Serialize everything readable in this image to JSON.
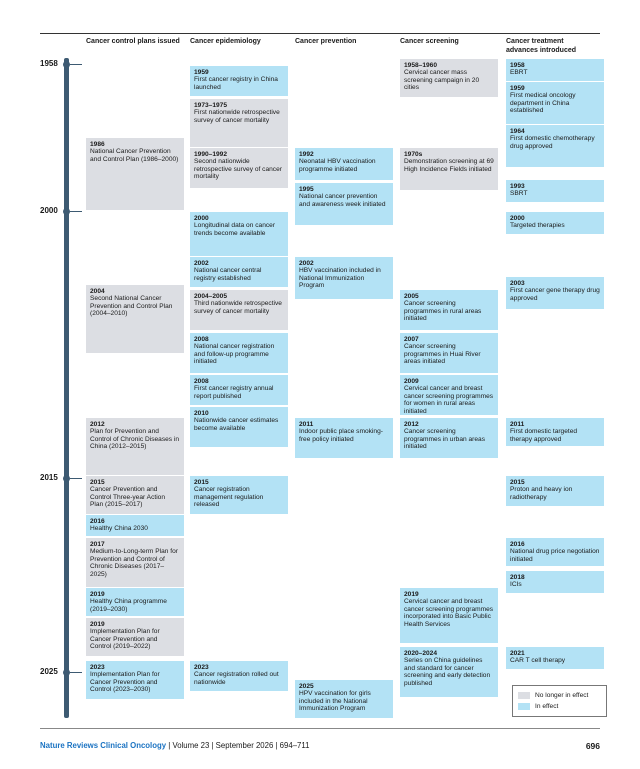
{
  "columns": [
    "Cancer control plans issued",
    "Cancer epidemiology",
    "Cancer prevention",
    "Cancer screening",
    "Cancer treatment advances introduced"
  ],
  "years": [
    "1958",
    "2000",
    "2015",
    "2025"
  ],
  "plans": [
    {
      "y": "1986",
      "t": "National Cancer Prevention and Control Plan (1986–2000)",
      "s": "old"
    },
    {
      "y": "2004",
      "t": "Second National Cancer Prevention and Control Plan (2004–2010)",
      "s": "old"
    },
    {
      "y": "2012",
      "t": "Plan for Prevention and Control of Chronic Diseases in China (2012–2015)",
      "s": "old"
    },
    {
      "y": "2015",
      "t": "Cancer Prevention and Control Three-year Action Plan (2015–2017)",
      "s": "old"
    },
    {
      "y": "2016",
      "t": "Healthy China 2030",
      "s": "eff"
    },
    {
      "y": "2017",
      "t": "Medium-to-Long-term Plan for Prevention and Control of Chronic Diseases (2017–2025)",
      "s": "old"
    },
    {
      "y": "2019",
      "t": "Healthy China programme (2019–2030)",
      "s": "eff"
    },
    {
      "y": "2019",
      "t": "Implementation Plan for Cancer Prevention and Control (2019–2022)",
      "s": "old"
    },
    {
      "y": "2023",
      "t": "Implementation Plan for Cancer Prevention and Control (2023–2030)",
      "s": "eff"
    }
  ],
  "epi": [
    {
      "y": "1959",
      "t": "First cancer registry in China launched",
      "s": "eff"
    },
    {
      "y": "1973–1975",
      "t": "First nationwide retrospective survey of cancer mortality",
      "s": "old"
    },
    {
      "y": "1990–1992",
      "t": "Second nationwide retrospective survey of cancer mortality",
      "s": "old"
    },
    {
      "y": "2000",
      "t": "Longitudinal data on cancer trends become available",
      "s": "eff"
    },
    {
      "y": "2002",
      "t": "National cancer central registry established",
      "s": "eff"
    },
    {
      "y": "2004–2005",
      "t": "Third nationwide retrospective survey of cancer mortality",
      "s": "old"
    },
    {
      "y": "2008",
      "t": "National cancer registration and follow-up programme initiated",
      "s": "eff"
    },
    {
      "y": "2008",
      "t": "First cancer registry annual report published",
      "s": "eff"
    },
    {
      "y": "2010",
      "t": "Nationwide cancer estimates become available",
      "s": "eff"
    },
    {
      "y": "2015",
      "t": "Cancer registration management regulation released",
      "s": "eff"
    },
    {
      "y": "2023",
      "t": "Cancer registration rolled out nationwide",
      "s": "eff"
    }
  ],
  "prev": [
    {
      "y": "1992",
      "t": "Neonatal HBV vaccination programme initiated",
      "s": "eff"
    },
    {
      "y": "1995",
      "t": "National cancer prevention and awareness week initiated",
      "s": "eff"
    },
    {
      "y": "2002",
      "t": "HBV vaccination included in National Immunization Program",
      "s": "eff"
    },
    {
      "y": "2011",
      "t": "Indoor public place smoking-free policy initiated",
      "s": "eff"
    },
    {
      "y": "2025",
      "t": "HPV vaccination for girls included in the National Immunization Program",
      "s": "eff"
    }
  ],
  "screen": [
    {
      "y": "1958–1960",
      "t": "Cervical cancer mass screening campaign in 20 cities",
      "s": "old"
    },
    {
      "y": "1970s",
      "t": "Demonstration screening at 69 High Incidence Fields initiated",
      "s": "old"
    },
    {
      "y": "2005",
      "t": "Cancer screening programmes in rural areas initiated",
      "s": "eff"
    },
    {
      "y": "2007",
      "t": "Cancer screening programmes in Huai River areas initiated",
      "s": "eff"
    },
    {
      "y": "2009",
      "t": "Cervical cancer and breast cancer screening programmes for women in rural areas initiated",
      "s": "eff"
    },
    {
      "y": "2012",
      "t": "Cancer screening programmes in urban areas initiated",
      "s": "eff"
    },
    {
      "y": "2019",
      "t": "Cervical cancer and breast cancer screening programmes incorporated into Basic Public Health Services",
      "s": "eff"
    },
    {
      "y": "2020–2024",
      "t": "Series on China guidelines and standard for cancer screening and early detection published",
      "s": "eff"
    }
  ],
  "treat": [
    {
      "y": "1958",
      "t": "EBRT",
      "s": "eff"
    },
    {
      "y": "1959",
      "t": "First medical oncology department in China established",
      "s": "eff"
    },
    {
      "y": "1964",
      "t": "First domestic chemotherapy drug approved",
      "s": "eff"
    },
    {
      "y": "1993",
      "t": "SBRT",
      "s": "eff"
    },
    {
      "y": "2000",
      "t": "Targeted therapies",
      "s": "eff"
    },
    {
      "y": "2003",
      "t": "First cancer gene therapy drug approved",
      "s": "eff"
    },
    {
      "y": "2011",
      "t": "First domestic targeted therapy approved",
      "s": "eff"
    },
    {
      "y": "2015",
      "t": "Proton and heavy ion radiotherapy",
      "s": "eff"
    },
    {
      "y": "2016",
      "t": "National drug price negotiation initiated",
      "s": "eff"
    },
    {
      "y": "2018",
      "t": "ICIs",
      "s": "eff"
    },
    {
      "y": "2021",
      "t": "CAR T cell therapy",
      "s": "eff"
    }
  ],
  "legend": {
    "old": "No longer in effect",
    "eff": "In effect",
    "old_color": "#dcdee3",
    "eff_color": "#b3e2f5"
  },
  "footer": {
    "journal": "Nature Reviews Clinical Oncology",
    "info": " | Volume 23 | September 2026 | 694–711",
    "page": "696"
  }
}
